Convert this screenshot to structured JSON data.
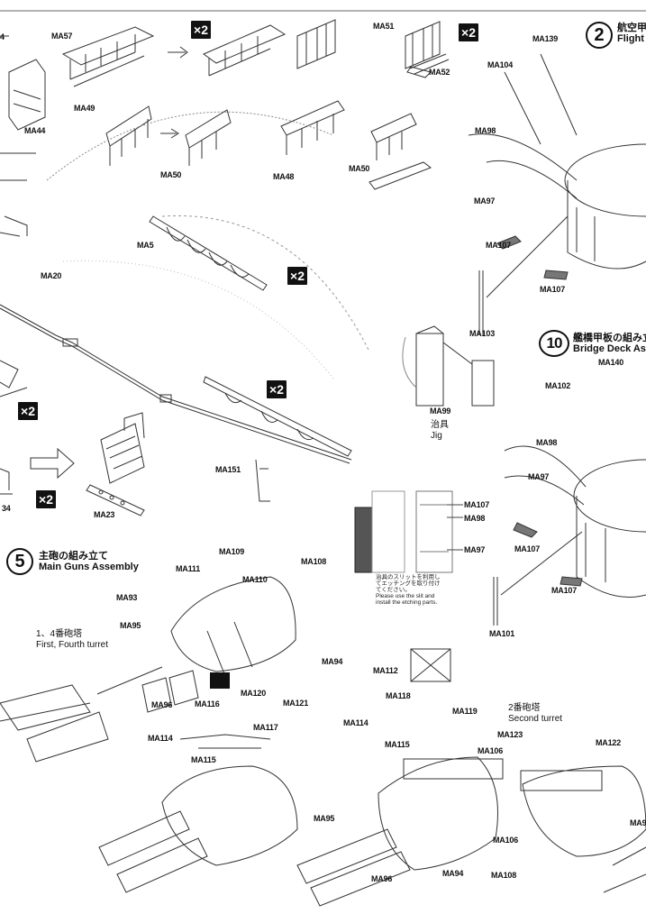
{
  "badge_x2": "×2",
  "steps": {
    "step2": {
      "number": "2",
      "title_jp": "航空甲",
      "title_en": "Flight"
    },
    "step10": {
      "number": "10",
      "title_jp": "艦橋甲板の組み立",
      "title_en": "Bridge Deck As"
    },
    "step5": {
      "number": "5",
      "title_jp": "主砲の組み立て",
      "title_en": "Main Guns Assembly"
    }
  },
  "captions": {
    "first_fourth_jp": "1、4番砲塔",
    "first_fourth_en": "First, Fourth turret",
    "second_jp": "2番砲塔",
    "second_en": "Second turret",
    "jig_jp": "治具",
    "jig_en": "Jig"
  },
  "jig_note": {
    "line1": "治具のスリットを利用し",
    "line2": "てエッチングを取り付け",
    "line3": "てください。",
    "line4": "Please use the slit and",
    "line5": "install the etching parts."
  },
  "parts": {
    "ma57": "MA57",
    "ma51": "MA51",
    "ma52": "MA52",
    "ma44": "MA44",
    "ma49": "MA49",
    "ma50a": "MA50",
    "ma48": "MA48",
    "ma50b": "MA50",
    "ma5": "MA5",
    "ma20": "MA20",
    "ma151": "MA151",
    "ma23": "MA23",
    "ma34": "34",
    "ma99": "MA99",
    "ma139": "MA139",
    "ma104": "MA104",
    "ma98a": "MA98",
    "ma97a": "MA97",
    "ma107a": "MA107",
    "ma107b": "MA107",
    "ma103": "MA103",
    "ma140": "MA140",
    "ma102": "MA102",
    "ma98b": "MA98",
    "ma97b": "MA97",
    "ma107c": "MA107",
    "ma107d": "MA107",
    "ma101": "MA101",
    "ma107j": "MA107",
    "ma98j": "MA98",
    "ma97j": "MA97",
    "ma109": "MA109",
    "ma111": "MA111",
    "ma110": "MA110",
    "ma108a": "MA108",
    "ma93": "MA93",
    "ma95a": "MA95",
    "ma94a": "MA94",
    "ma96a": "MA96",
    "ma116": "MA116",
    "ma120": "MA120",
    "ma121": "MA121",
    "ma117": "MA117",
    "ma114a": "MA114",
    "ma115a": "MA115",
    "ma112": "MA112",
    "ma118": "MA118",
    "ma119": "MA119",
    "ma114b": "MA114",
    "ma115b": "MA115",
    "ma106a": "MA106",
    "ma95b": "MA95",
    "ma96b": "MA96",
    "ma94b": "MA94",
    "ma123": "MA123",
    "ma122": "MA122",
    "ma106b": "MA106",
    "ma108b": "MA108",
    "ma9x": "MA9"
  },
  "edge_text": {
    "left_top": "4"
  }
}
